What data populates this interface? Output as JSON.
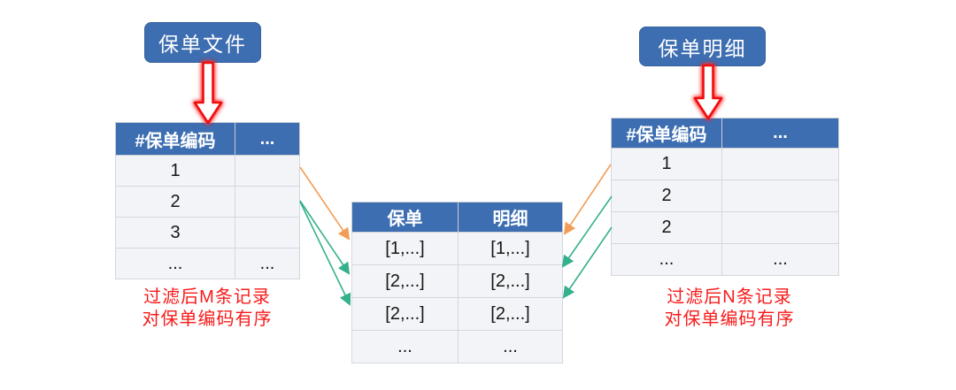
{
  "colors": {
    "header_blue": "#3d6eb1",
    "row_bg": "#f3f4f7",
    "grid_border": "#d3d7dd",
    "caption_red": "#f81b1b",
    "arrow_red": "#f01111",
    "orange": "#f29d57",
    "green": "#35b08c"
  },
  "left": {
    "label": "保单文件",
    "table": {
      "headers": [
        "#保单编码",
        "..."
      ],
      "rows": [
        [
          "1",
          ""
        ],
        [
          "2",
          ""
        ],
        [
          "3",
          ""
        ],
        [
          "...",
          "..."
        ]
      ]
    },
    "caption": [
      "过滤后M条记录",
      "对保单编码有序"
    ]
  },
  "center": {
    "table": {
      "headers": [
        "保单",
        "明细"
      ],
      "rows": [
        [
          "[1,...]",
          "[1,...]"
        ],
        [
          "[2,...]",
          "[2,...]"
        ],
        [
          "[2,...]",
          "[2,...]"
        ],
        [
          "...",
          "..."
        ]
      ]
    }
  },
  "right": {
    "label": "保单明细",
    "table": {
      "headers": [
        "#保单编码",
        "..."
      ],
      "rows": [
        [
          "1",
          ""
        ],
        [
          "2",
          ""
        ],
        [
          "2",
          ""
        ],
        [
          "...",
          "..."
        ]
      ]
    },
    "caption": [
      "过滤后N条记录",
      "对保单编码有序"
    ]
  }
}
